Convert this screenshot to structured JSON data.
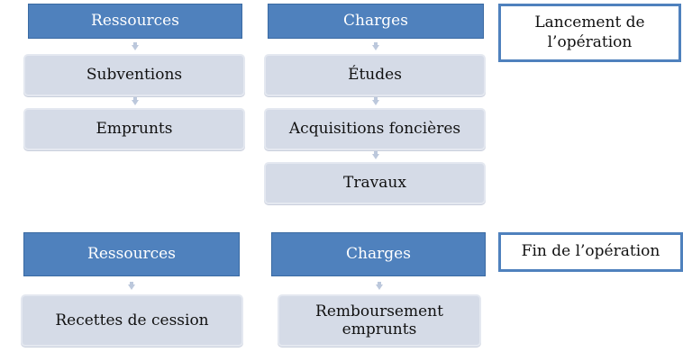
{
  "launch": {
    "resources_header": "Ressources",
    "charges_header": "Charges",
    "label_line1": "Lancement de",
    "label_line2": "l’opération",
    "resources_items": [
      "Subventions",
      "Emprunts"
    ],
    "charges_items": [
      "Études",
      "Acquisitions foncières",
      "Travaux"
    ]
  },
  "end": {
    "resources_header": "Ressources",
    "charges_header": "Charges",
    "label": "Fin de l’opération",
    "resources_items": [
      "Recettes de cession"
    ],
    "charges_items_line1": "Remboursement",
    "charges_items_line2": "emprunts"
  },
  "colors": {
    "header_fill": "#4f81bd",
    "item_fill": "#d5dbe7",
    "label_border": "#4f81bd",
    "arrow": "#bcc8dc"
  }
}
